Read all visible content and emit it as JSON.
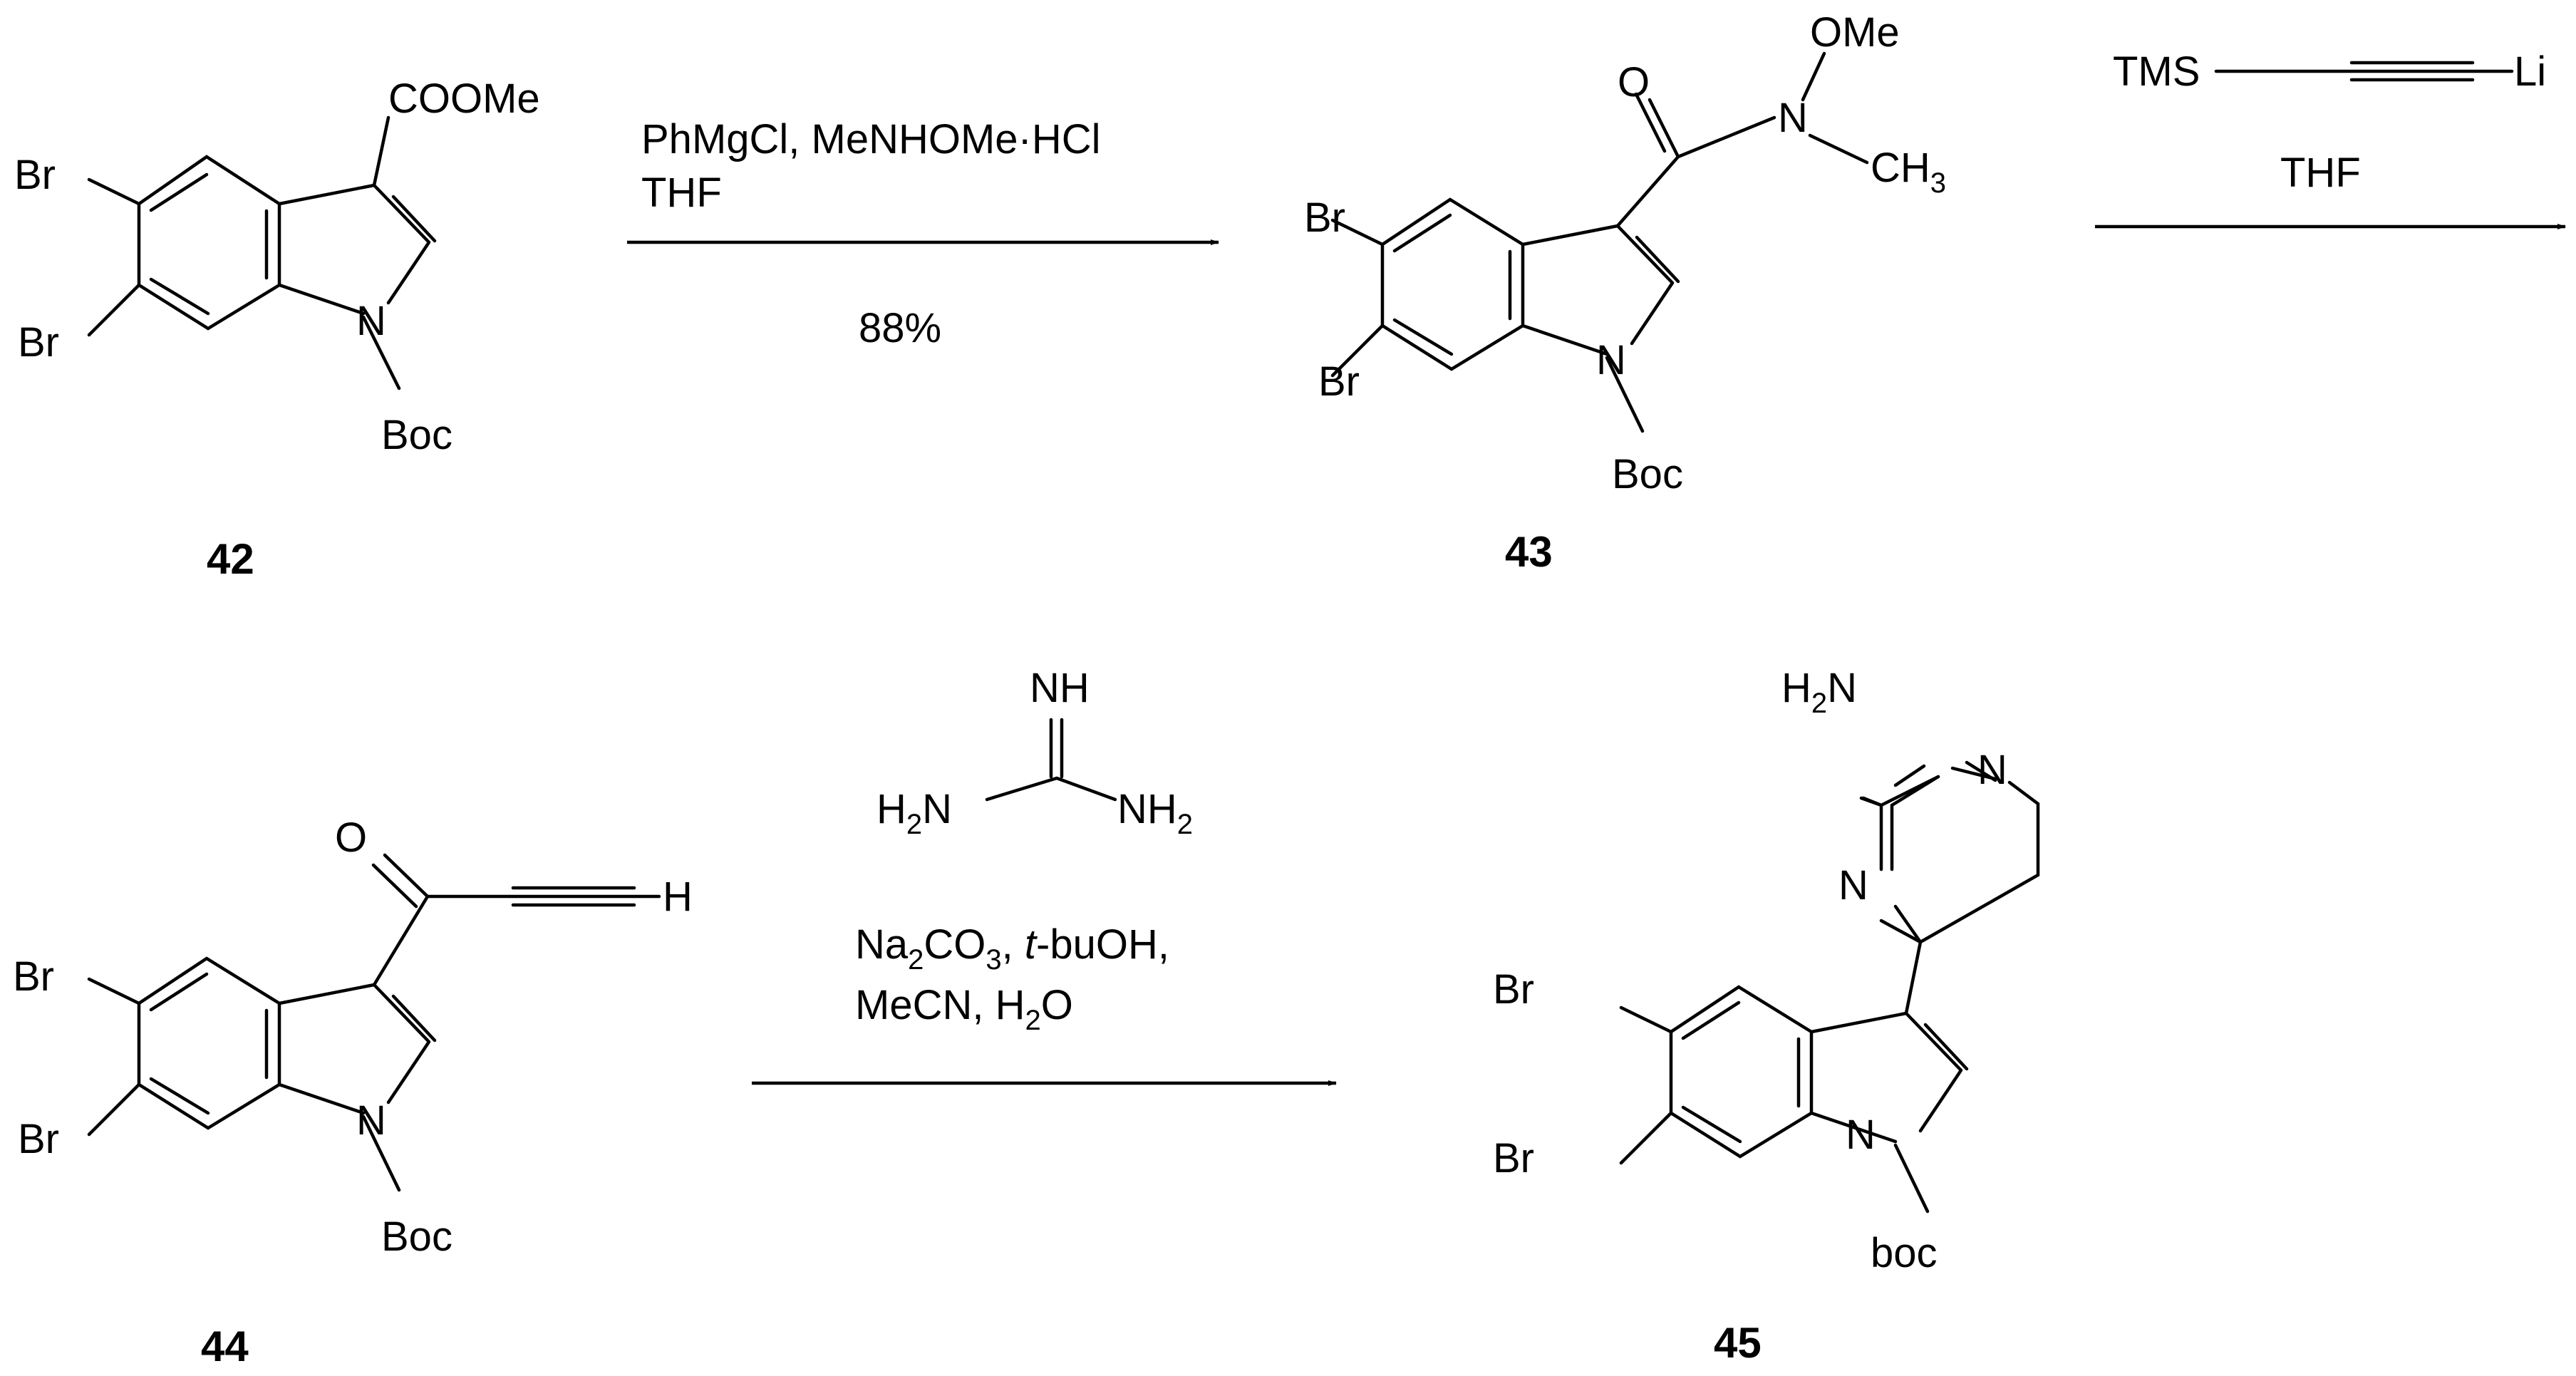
{
  "scheme": {
    "compounds": [
      {
        "number": "42",
        "atoms": {
          "br5": "Br",
          "br6": "Br",
          "n1": "N",
          "boc": "Boc",
          "ester": "COOMe"
        }
      },
      {
        "number": "43",
        "atoms": {
          "br5": "Br",
          "br6": "Br",
          "n1": "N",
          "boc": "Boc",
          "o": "O",
          "n_amide": "N",
          "ome": "OMe",
          "ch3": "CH",
          "ch3_sub": "3"
        }
      },
      {
        "number": "44",
        "atoms": {
          "br5": "Br",
          "br6": "Br",
          "n1": "N",
          "boc": "Boc",
          "o": "O",
          "h": "H"
        }
      },
      {
        "number": "45",
        "atoms": {
          "br5": "Br",
          "br6": "Br",
          "n1": "N",
          "boc": "boc",
          "h2n_h": "H",
          "h2n_sub": "2",
          "h2n_n": "N",
          "n_ring1": "N",
          "n_ring3": "N"
        }
      }
    ],
    "steps": [
      {
        "conditions_line1": "PhMgCl, MeNHOMe·HCl",
        "conditions_line2": "THF",
        "yield": "88%"
      },
      {
        "reagent_left": "TMS",
        "reagent_right": "Li",
        "solvent": "THF"
      },
      {
        "guanidine": {
          "nh": "NH",
          "left_h": "H",
          "left_sub": "2",
          "left_n": "N",
          "right_nh": "NH",
          "right_sub": "2"
        },
        "cond_line1_a": "Na",
        "cond_line1_a_sub": "2",
        "cond_line1_b": "CO",
        "cond_line1_b_sub": "3",
        "cond_line1_c": ", ",
        "cond_line1_t": "t",
        "cond_line1_d": "-buOH,",
        "cond_line2_a": "MeCN, H",
        "cond_line2_sub": "2",
        "cond_line2_b": "O"
      }
    ]
  }
}
